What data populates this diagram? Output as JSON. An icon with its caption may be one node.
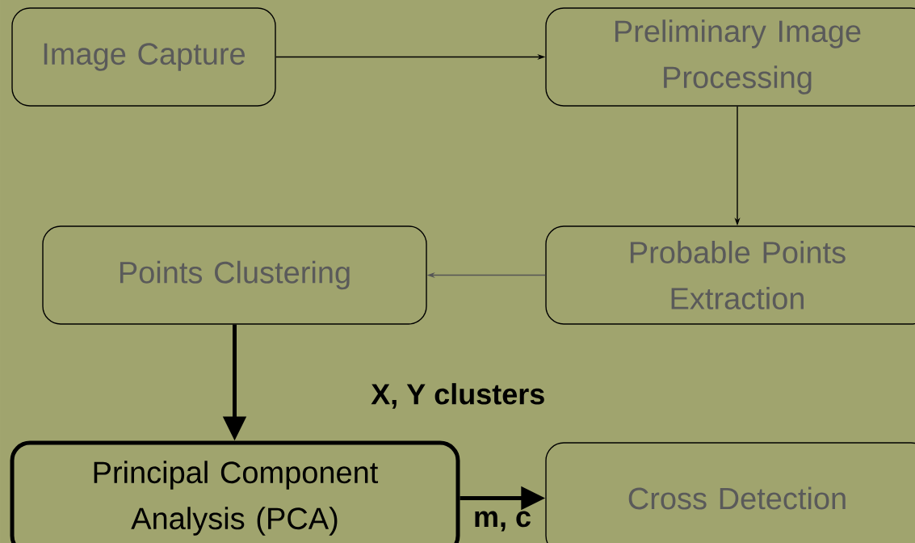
{
  "diagram": {
    "nodes": [
      {
        "text": [
          "Image Capture"
        ]
      },
      {
        "text": [
          "Preliminary Image Processing"
        ]
      },
      {
        "text": [
          "Probable Points Extraction"
        ]
      },
      {
        "text": [
          "Points Clustering"
        ]
      },
      {
        "text": [
          "Principal Component Analysis (PCA)"
        ]
      },
      {
        "text": [
          "Cross Detection"
        ]
      }
    ],
    "edges": [
      {
        "from": 0,
        "to": 1,
        "arrow": "to"
      },
      {
        "from": 1,
        "to": 2,
        "arrow": "to"
      },
      {
        "from": 2,
        "to": 3,
        "arrow": "to",
        "color": "#555555"
      },
      {
        "from": 3,
        "to": 4,
        "arrow": "to",
        "style": "thick",
        "label": "X, Y clusters"
      },
      {
        "from": 4,
        "to": 5,
        "arrow": "to",
        "style": "thick",
        "label": "m, c"
      }
    ]
  }
}
